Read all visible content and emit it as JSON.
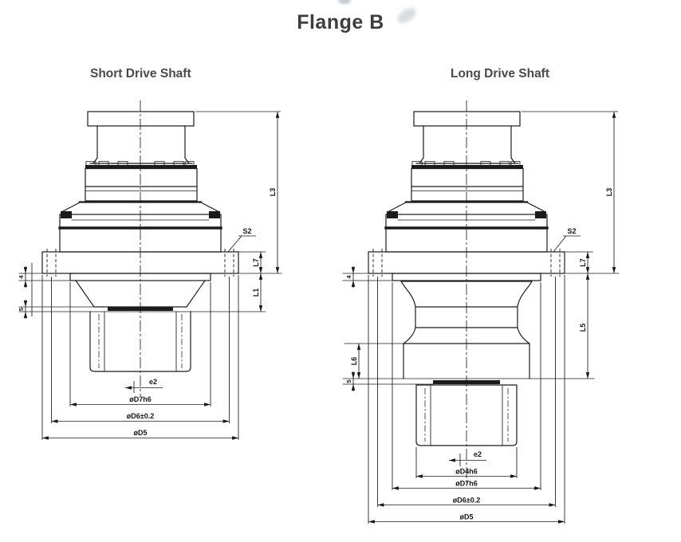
{
  "title": "Flange B",
  "colors": {
    "background": "#ffffff",
    "line": "#1c1c1c",
    "label": "#161616",
    "heading": "#3d3d3d",
    "caption": "#4a4a4a"
  },
  "drawings": {
    "short": {
      "caption": "Short Drive Shaft",
      "dims": {
        "L3": "L3",
        "S2": "S2",
        "L7": "L7",
        "L1": "L1",
        "len4": "4",
        "len5": "5",
        "e2": "e2",
        "D7": "øD7h6",
        "D6": "øD6±0.2",
        "D5": "øD5"
      }
    },
    "long": {
      "caption": "Long Drive Shaft",
      "dims": {
        "L3": "L3",
        "S2": "S2",
        "L7": "L7",
        "L5": "L5",
        "L6": "L6",
        "len4": "4",
        "len5": "5",
        "e2": "e2",
        "D4": "øD4h6",
        "D7": "øD7h6",
        "D6": "øD6±0.2",
        "D5": "øD5"
      }
    }
  }
}
